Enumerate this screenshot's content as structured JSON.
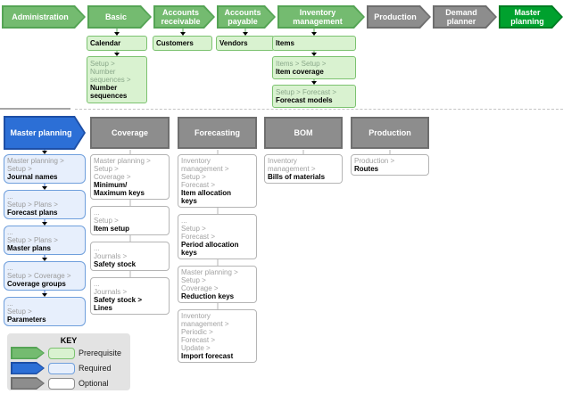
{
  "top_flow": {
    "arrows": [
      {
        "id": "administration",
        "label": "Administration",
        "variant": "green"
      },
      {
        "id": "basic",
        "label": "Basic",
        "variant": "green"
      },
      {
        "id": "accounts-receivable",
        "label": "Accounts receivable",
        "variant": "green"
      },
      {
        "id": "accounts-payable",
        "label": "Accounts payable",
        "variant": "green"
      },
      {
        "id": "inventory-management",
        "label": "Inventory management",
        "variant": "green"
      },
      {
        "id": "production",
        "label": "Production",
        "variant": "gray"
      },
      {
        "id": "demand-planner",
        "label": "Demand planner",
        "variant": "gray"
      },
      {
        "id": "master-planning",
        "label": "Master planning",
        "variant": "bright-green"
      }
    ],
    "columns": [
      {
        "under": "basic",
        "variant": "green",
        "boxes": [
          {
            "gray": [],
            "bold": [
              "Calendar"
            ]
          },
          {
            "gray": [
              "Setup >",
              "Number",
              "sequences >"
            ],
            "bold": [
              "Number",
              "sequences"
            ]
          }
        ]
      },
      {
        "under": "accounts-receivable",
        "variant": "green",
        "boxes": [
          {
            "gray": [],
            "bold": [
              "Customers"
            ]
          }
        ]
      },
      {
        "under": "accounts-payable",
        "variant": "green",
        "boxes": [
          {
            "gray": [],
            "bold": [
              "Vendors"
            ]
          }
        ]
      },
      {
        "under": "inventory-management",
        "variant": "green",
        "boxes": [
          {
            "gray": [],
            "bold": [
              "Items"
            ]
          },
          {
            "gray": [
              "Items > Setup >"
            ],
            "bold": [
              "Item coverage"
            ]
          },
          {
            "gray": [
              "Setup > Forecast >"
            ],
            "bold": [
              "Forecast models"
            ]
          }
        ]
      }
    ]
  },
  "main_flow": {
    "headers": [
      {
        "id": "master-planning-main",
        "label": "Master planning",
        "shape": "arrow",
        "variant": "blue"
      },
      {
        "id": "coverage",
        "label": "Coverage",
        "shape": "box",
        "variant": "gray"
      },
      {
        "id": "forecasting",
        "label": "Forecasting",
        "shape": "box",
        "variant": "gray"
      },
      {
        "id": "bom",
        "label": "BOM",
        "shape": "box",
        "variant": "gray"
      },
      {
        "id": "production-main",
        "label": "Production",
        "shape": "box",
        "variant": "gray"
      }
    ],
    "columns": [
      {
        "under": "master-planning-main",
        "variant": "blue",
        "boxes": [
          {
            "gray": [
              "Master planning >",
              "Setup >"
            ],
            "bold": [
              "Journal names"
            ]
          },
          {
            "gray": [
              "...",
              "Setup > Plans >"
            ],
            "bold": [
              "Forecast plans"
            ]
          },
          {
            "gray": [
              "...",
              "Setup > Plans >"
            ],
            "bold": [
              "Master plans"
            ]
          },
          {
            "gray": [
              "...",
              "Setup > Coverage >"
            ],
            "bold": [
              "Coverage groups"
            ]
          },
          {
            "gray": [
              "...",
              "Setup >"
            ],
            "bold": [
              "Parameters"
            ]
          }
        ]
      },
      {
        "under": "coverage",
        "variant": "white",
        "boxes": [
          {
            "gray": [
              "Master planning >",
              "Setup >",
              "Coverage >"
            ],
            "bold": [
              "Minimum/",
              "Maximum keys"
            ]
          },
          {
            "gray": [
              "...",
              "Setup >"
            ],
            "bold": [
              "Item setup"
            ]
          },
          {
            "gray": [
              "...",
              "Journals >"
            ],
            "bold": [
              "Safety stock"
            ]
          },
          {
            "gray": [
              "...",
              "Journals >"
            ],
            "bold": [
              "Safety stock >",
              "Lines"
            ]
          }
        ]
      },
      {
        "under": "forecasting",
        "variant": "white",
        "boxes": [
          {
            "gray": [
              "Inventory",
              "management >",
              "Setup >",
              "Forecast >"
            ],
            "bold": [
              "Item allocation",
              "keys"
            ]
          },
          {
            "gray": [
              "...",
              "Setup >",
              "Forecast >"
            ],
            "bold": [
              "Period allocation",
              "keys"
            ]
          },
          {
            "gray": [
              "Master planning >",
              "Setup >",
              "Coverage >"
            ],
            "bold": [
              "Reduction keys"
            ]
          },
          {
            "gray": [
              "Inventory",
              "management >",
              "Periodic >",
              "Forecast >",
              "Update >"
            ],
            "bold": [
              "Import forecast"
            ]
          }
        ]
      },
      {
        "under": "bom",
        "variant": "white",
        "boxes": [
          {
            "gray": [
              "Inventory",
              "management >"
            ],
            "bold": [
              "Bills of materials"
            ]
          }
        ]
      },
      {
        "under": "production-main",
        "variant": "white",
        "boxes": [
          {
            "gray": [
              "Production >"
            ],
            "bold": [
              "Routes"
            ]
          }
        ]
      }
    ]
  },
  "legend": {
    "title": "KEY",
    "items": [
      {
        "label": "Prerequisite",
        "variant": "green"
      },
      {
        "label": "Required",
        "variant": "blue"
      },
      {
        "label": "Optional",
        "variant": "gray"
      }
    ]
  },
  "colors": {
    "prerequisite_arrow": "#74bb70",
    "prerequisite_box": "#d9f2d0",
    "required_arrow": "#2c6fd6",
    "required_box": "#e7effc",
    "optional_arrow": "#8d8d8d",
    "optional_box": "#ffffff",
    "active_module_green": "#00a12e",
    "header_gray": "#8d8d8d"
  }
}
